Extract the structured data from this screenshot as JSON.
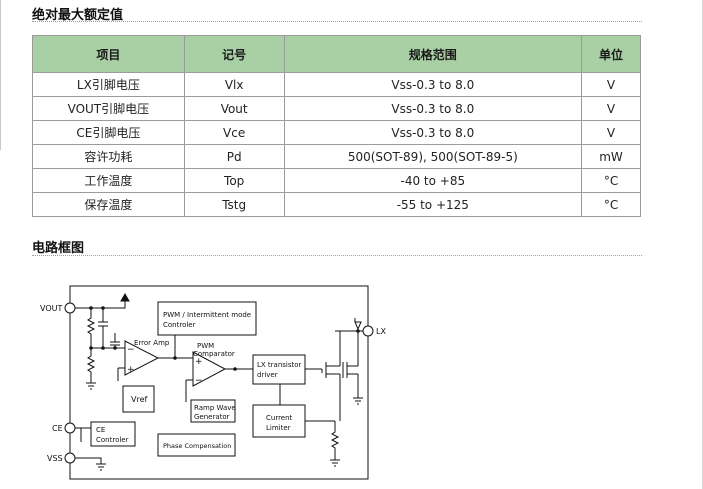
{
  "section1": {
    "title": "绝对最大额定值"
  },
  "table": {
    "headers": [
      "项目",
      "记号",
      "规格范围",
      "单位"
    ],
    "rows": [
      [
        "LX引脚电压",
        "Vlx",
        "Vss-0.3 to 8.0",
        "V"
      ],
      [
        "VOUT引脚电压",
        "Vout",
        "Vss-0.3 to 8.0",
        "V"
      ],
      [
        "CE引脚电压",
        "Vce",
        "Vss-0.3 to 8.0",
        "V"
      ],
      [
        "容许功耗",
        "Pd",
        "500(SOT-89), 500(SOT-89-5)",
        "mW"
      ],
      [
        "工作温度",
        "Top",
        "-40 to +85",
        "°C"
      ],
      [
        "保存温度",
        "Tstg",
        "-55 to +125",
        "°C"
      ]
    ]
  },
  "section2": {
    "title": "电路框图"
  },
  "diagram": {
    "pins": {
      "vout": "VOUT",
      "lx": "LX",
      "ce": "CE",
      "vss": "VSS"
    },
    "blocks": {
      "pwm_line1": "PWM / Intermittent mode",
      "pwm_line2": "Controler",
      "error_amp": "Error Amp",
      "comparator_line1": "PWM",
      "comparator_line2": "Comparator",
      "vref": "Vref",
      "ramp_line1": "Ramp Wave",
      "ramp_line2": "Generator",
      "lx_driver_line1": "LX transistor",
      "lx_driver_line2": "driver",
      "limiter_line1": "Current",
      "limiter_line2": "Limiter",
      "ce_line1": "CE",
      "ce_line2": "Controler",
      "phase_comp": "Phase Compensation"
    }
  }
}
